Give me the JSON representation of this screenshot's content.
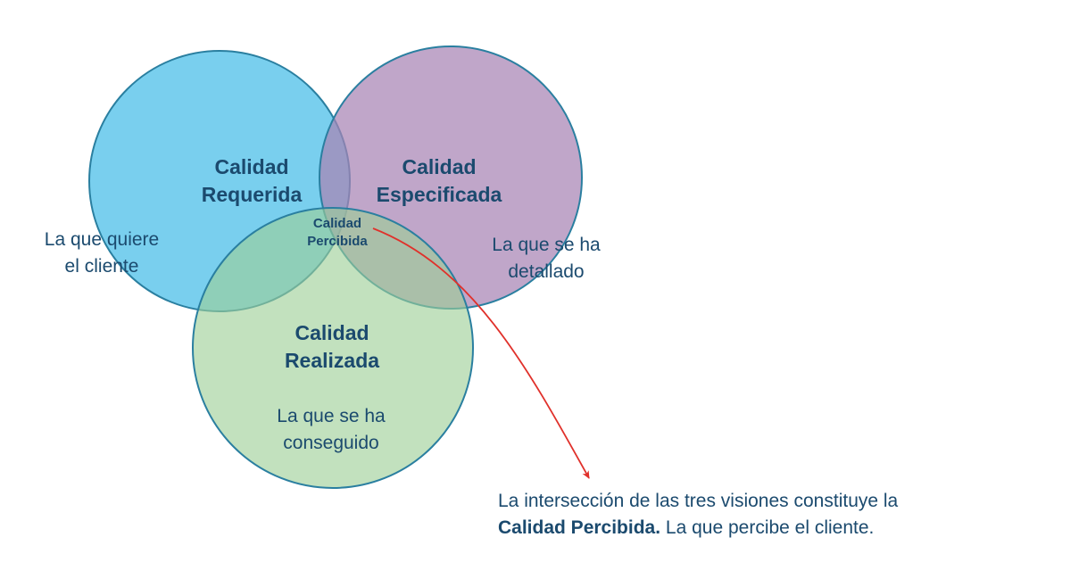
{
  "diagram": {
    "colors": {
      "requerida_fill": "#45bde7",
      "especificada_fill": "#a884b4",
      "realizada_fill": "#9ccf96",
      "circle_stroke": "#2a7fa0",
      "arrow": "#e0312b",
      "text": "#1b4a6e"
    },
    "circles": {
      "requerida": {
        "label": "Calidad\nRequerida",
        "sublabel": "La que quiere\nel cliente"
      },
      "especificada": {
        "label": "Calidad\nEspecificada",
        "sublabel": "La que se ha\ndetallado"
      },
      "realizada": {
        "label": "Calidad\nRealizada",
        "sublabel": "La que se ha\nconseguido"
      },
      "interseccion": {
        "label": "Calidad\nPercibida"
      }
    },
    "caption": {
      "line1": "La intersección de las tres visiones constituye la",
      "line2_bold": "Calidad Percibida.",
      "line2_rest": " La que percibe el cliente."
    }
  }
}
